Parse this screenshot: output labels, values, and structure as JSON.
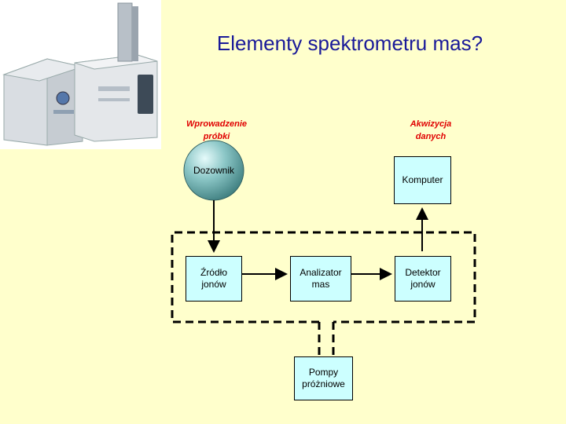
{
  "title": "Elementy spektrometru mas?",
  "stages": {
    "input": [
      "Wprowadzenie",
      "próbki"
    ],
    "output": [
      "Akwizycja",
      "danych"
    ]
  },
  "components": {
    "sample_inlet": "Dozownik",
    "computer": "Komputer",
    "ion_source": "Źródło\njonów",
    "mass_analyzer": "Analizator\nmas",
    "ion_detector": "Detektor\njonów",
    "vacuum_pumps": "Pompy\npróżniowe"
  },
  "colors": {
    "background": "#ffffcc",
    "title": "#1a1a99",
    "stage_labels": "#e00000",
    "box_fill": "#ccffff",
    "sphere": "#66aaaa"
  }
}
